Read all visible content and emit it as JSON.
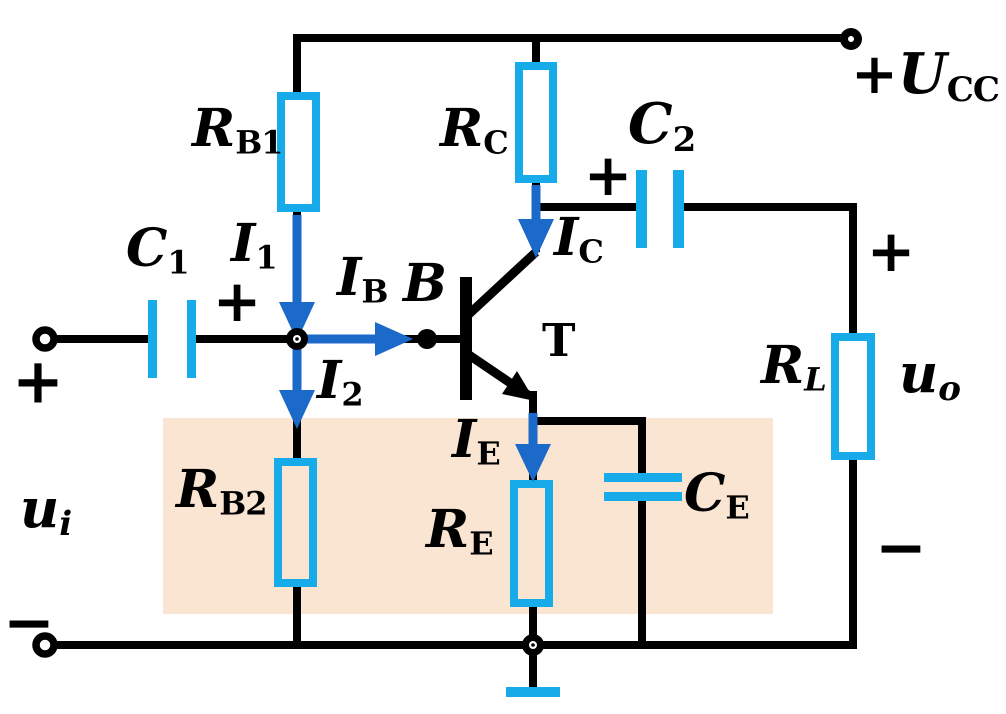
{
  "diagram": {
    "description": "Voltage-divider biased common-emitter NPN transistor amplifier circuit with emitter bypass capacitor; bias-stabilization parts highlighted in orange",
    "colors": {
      "component_cyan": "#17ABEA",
      "arrow_blue": "#1B69C8",
      "wire_black": "#000000",
      "highlight_orange": "#FAE5D3",
      "background": "#FFFFFF"
    },
    "components": [
      {
        "id": "RB1",
        "type": "resistor",
        "label": "R B1"
      },
      {
        "id": "RB2",
        "type": "resistor",
        "label": "R B2"
      },
      {
        "id": "RC",
        "type": "resistor",
        "label": "R C"
      },
      {
        "id": "RE",
        "type": "resistor",
        "label": "R E"
      },
      {
        "id": "RL",
        "type": "resistor",
        "label": "R L"
      },
      {
        "id": "C1",
        "type": "capacitor",
        "label": "C 1"
      },
      {
        "id": "C2",
        "type": "capacitor",
        "label": "C 2"
      },
      {
        "id": "CE",
        "type": "capacitor",
        "label": "C E"
      },
      {
        "id": "T",
        "type": "npn-transistor",
        "label": "T"
      },
      {
        "id": "B",
        "type": "base-node",
        "label": "B"
      },
      {
        "id": "UCC",
        "type": "positive-supply-terminal",
        "label": "+U CC"
      },
      {
        "id": "GND",
        "type": "ground-symbol"
      }
    ]
  },
  "labels": {
    "rb1": {
      "main": "R",
      "sub": "B1"
    },
    "rc": {
      "main": "R",
      "sub": "C"
    },
    "rb2": {
      "main": "R",
      "sub": "B2"
    },
    "re": {
      "main": "R",
      "sub": "E"
    },
    "rl": {
      "main": "R",
      "sub": "L"
    },
    "c1": {
      "main": "C",
      "sub": "1"
    },
    "c2": {
      "main": "C",
      "sub": "2"
    },
    "ce": {
      "main": "C",
      "sub": "E"
    },
    "i1": {
      "main": "I",
      "sub": "1"
    },
    "i2": {
      "main": "I",
      "sub": "2"
    },
    "ib": {
      "main": "I",
      "sub": "B"
    },
    "ic": {
      "main": "I",
      "sub": "C"
    },
    "ie": {
      "main": "I",
      "sub": "E"
    },
    "ucc": {
      "main": "+U",
      "sub": "CC"
    },
    "ui": {
      "main": "u",
      "sub": "i"
    },
    "uo": {
      "main": "u",
      "sub": "o"
    },
    "base": {
      "main": "B"
    },
    "transistor": {
      "main": "T"
    }
  },
  "signs": {
    "plus_input": "+",
    "plus_c1": "+",
    "plus_c2": "+",
    "plus_rl": "+",
    "minus_input": "−",
    "minus_output": "−"
  }
}
